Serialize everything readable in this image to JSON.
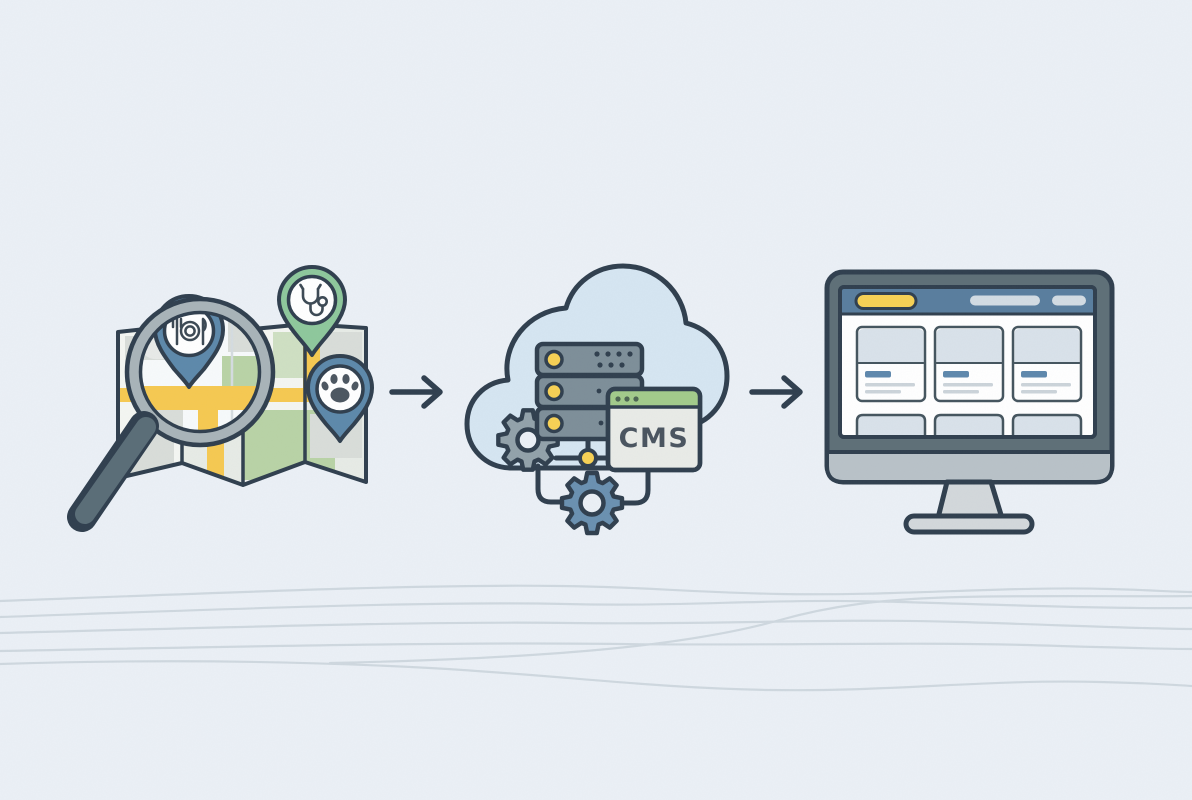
{
  "illustration": {
    "description_visible_text": "CMS",
    "steps": [
      {
        "name": "map-search",
        "icons": [
          "magnifier-icon",
          "folded-map-icon",
          "restaurant-pin-icon",
          "healthcare-pin-icon",
          "pets-pin-icon"
        ]
      },
      {
        "name": "cloud-cms",
        "icons": [
          "cloud-icon",
          "server-rack-icon",
          "gear-icon",
          "browser-window-icon"
        ]
      },
      {
        "name": "website-monitor",
        "icons": [
          "monitor-icon",
          "listing-card-grid"
        ]
      }
    ],
    "connectors": [
      "arrow-right-icon",
      "arrow-right-icon"
    ]
  },
  "cms_window": {
    "label": "CMS",
    "titlebar_dots": 3
  },
  "server_rack": {
    "units": 3,
    "status_lights": 3
  },
  "monitor": {
    "logo_pill": 1,
    "nav_pills": 2,
    "cards_row1": 3,
    "cards_row2": 3
  },
  "waves": {
    "count": 6
  },
  "colors": {
    "bg": "#ebf0f6",
    "ink": "#31404f",
    "map-paper": "#f4f6f2",
    "map-paper-alt": "#e7ebe6",
    "map-gray": "#d9ddd9",
    "map-green": "#b9d3a6",
    "map-green-light": "#cfe0c3",
    "road": "#f6c952",
    "glass": "#f7fafb",
    "ring": "#a9b4b9",
    "handle": "#5b6e78",
    "pin-blue": "#5e89ab",
    "pin-green": "#8fc89c",
    "glyph": "#3d4a55",
    "cloud": "#d6e6f2",
    "server": "#7e8f99",
    "light": "#f7d155",
    "cms-green": "#a3cb8b",
    "cms-body": "#e9ebe7",
    "cms-text": "#4b5560",
    "cms-dot": "#4e6653",
    "gear-gray": "#93a2aa",
    "gear-blue": "#6b91b1",
    "frame": "#5f7078",
    "chin": "#b9c2c8",
    "screenhead": "#5a7e9e",
    "pill": "#d3dce3",
    "card": "#d9e2ea",
    "card-title": "#5f88ad",
    "card-line": "#ccd4da",
    "card-ink": "#46565f",
    "stand": "#d3d8db",
    "wave": "#c9d3da"
  }
}
